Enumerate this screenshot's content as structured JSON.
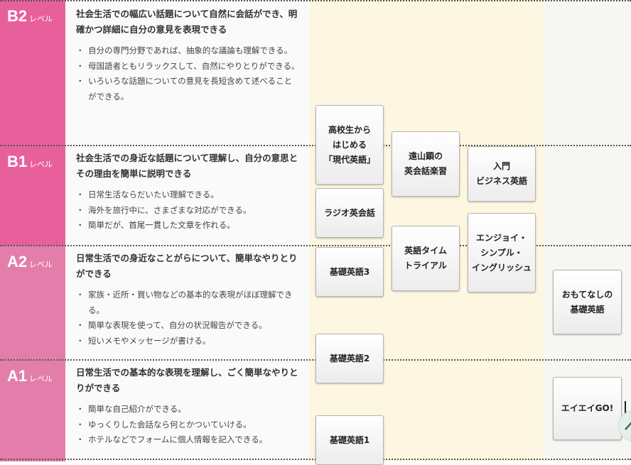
{
  "colors": {
    "b2": "#e8609b",
    "b1": "#e8609b",
    "a2": "#e27ea9",
    "a1": "#e27ea9"
  },
  "levels": [
    {
      "code": "B2",
      "suffix": "レベル",
      "heading": "社会生活での幅広い話題について自然に会話ができ、明確かつ詳細に自分の意見を表現できる",
      "items": [
        "自分の専門分野であれば、抽象的な議論も理解できる。",
        "母国語者ともリラックスして、自然にやりとりができる。",
        "いろいろな話題についての意見を長短含めて述べることができる。"
      ]
    },
    {
      "code": "B1",
      "suffix": "レベル",
      "heading": "社会生活での身近な話題について理解し、自分の意思とその理由を簡単に説明できる",
      "items": [
        "日常生活ならだいたい理解できる。",
        "海外を旅行中に、さまざまな対応ができる。",
        "簡単だが、首尾一貫した文章を作れる。"
      ]
    },
    {
      "code": "A2",
      "suffix": "レベル",
      "heading": "日常生活での身近なことがらについて、簡単なやりとりができる",
      "items": [
        "家族・近所・買い物などの基本的な表現がほぼ理解できる。",
        "簡単な表現を使って、自分の状況報告ができる。",
        "短いメモやメッセージが書ける。"
      ]
    },
    {
      "code": "A1",
      "suffix": "レベル",
      "heading": "日常生活での基本的な表現を理解し、ごく簡単なやりとりができる",
      "items": [
        "簡単な自己紹介ができる。",
        "ゆっくりした会話なら何とかついていける。",
        "ホテルなどでフォームに個人情報を記入できる。"
      ]
    }
  ],
  "courses": {
    "gendai": "高校生から\nはじめる\n「現代英語」",
    "radio": "ラジオ英会話",
    "kiso3": "基礎英語3",
    "kiso2": "基礎英語2",
    "kiso1": "基礎英語1",
    "toyama": "遠山顕の\n英会話楽習",
    "time_trial": "英語タイム\nトライアル",
    "business": "入門\nビジネス英語",
    "enjoy": "エンジョイ・\nシンプル・\nイングリッシュ",
    "omotenashi": "おもてなしの\n基礎英語",
    "eieigo": "エイエイGO!"
  }
}
